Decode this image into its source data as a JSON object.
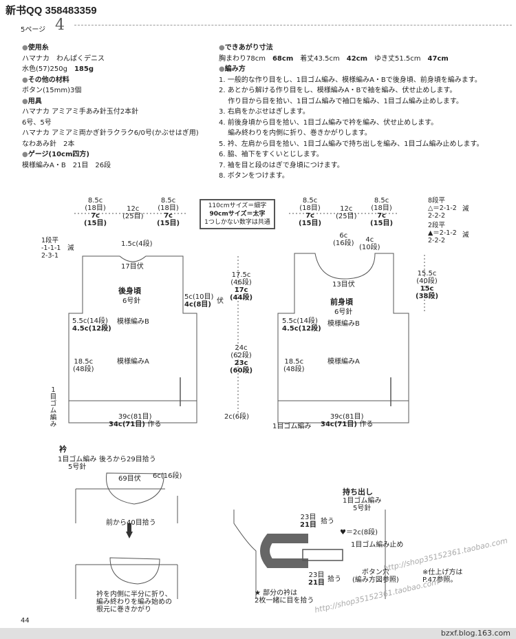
{
  "header": {
    "title": "新书QQ 358483359",
    "page_ref": "5ページ",
    "page_num": "4"
  },
  "left": {
    "yarn_h": "使用糸",
    "yarn_1": "ハマナカ　わんぱくデニス",
    "yarn_2a": "水色(57)250g",
    "yarn_2b": "185g",
    "other_h": "その他の材料",
    "other_1": "ボタン(15mm)3個",
    "tools_h": "用具",
    "tools_1": "ハマナカ アミアミ手あみ針玉付2本針",
    "tools_2": "6号、5号",
    "tools_3": "ハマナカ アミアミ両かぎ針ラクラク6/0号(かぶせはぎ用)",
    "tools_4": "なわあみ針　2本",
    "gauge_h": "ゲージ(10cm四方)",
    "gauge_1": "模様編みA・B　21目　26段"
  },
  "right": {
    "size_h": "できあがり寸法",
    "size_1a": "胸まわり78cm",
    "size_1b": "68cm",
    "size_1c": "着丈43.5cm",
    "size_1d": "42cm",
    "size_1e": "ゆき丈51.5cm",
    "size_1f": "47cm",
    "method_h": "編み方",
    "steps": [
      "1. 一般的な作り目をし、1目ゴム編み、模様編みA・Bで後身頃、前身頃を編みます。",
      "2. あとから解ける作り目をし、模様編みA・Bで袖を編み、伏せ止めします。",
      "　 作り目から目を拾い、1目ゴム編みで袖口を編み、1目ゴム編み止めします。",
      "3. 右肩をかぶせはぎします。",
      "4. 前後身頃から目を拾い、1目ゴム編みで衿を編み、伏せ止めします。",
      "　 編み終わりを内側に折り、巻きかがりします。",
      "5. 衿、左肩から目を拾い、1目ゴム編みで持ち出しを編み、1目ゴム編み止めします。",
      "6. 脇、袖下をすくいとじします。",
      "7. 袖を目と段のはぎで身頃につけます。",
      "8. ボタンをつけます。"
    ]
  },
  "legend": {
    "l1": "110cmサイズ＝細字",
    "l2": "90cmサイズ＝太字",
    "l3": "1つしかない数字は共通"
  },
  "back": {
    "top_l1": "8.5c",
    "top_l2": "(18目)",
    "top_l3": "7c",
    "top_l4": "(15目)",
    "top_m1": "12c",
    "top_m2": "(25目)",
    "top_r1": "8.5c",
    "top_r2": "(18目)",
    "top_r3": "7c",
    "top_r4": "(15目)",
    "dec1": "1段平",
    "dec2": "-1-1-1",
    "dec3": "2-3-1",
    "dec4": "減",
    "neck1": "1.5c(4段)",
    "neck2": "17目伏",
    "title": "後身頃",
    "needle": "6号針",
    "arm_r1": "5c(10目)",
    "arm_r2": "4c(8目)",
    "arm_r3": "伏",
    "patB": "模様編みB",
    "patA": "模様編みA",
    "arm_l1": "5.5c(14段)",
    "arm_l2": "4.5c(12段)",
    "side1": "18.5c",
    "side2": "(48段)",
    "rib": "1目ゴム編み",
    "bot1": "39c(81目)",
    "bot2": "34c(71目)",
    "bot3": "作る"
  },
  "mid": {
    "a1": "17.5c",
    "a2": "(46段)",
    "a3": "17c",
    "a4": "(44段)",
    "b1": "24c",
    "b2": "(62段)",
    "b3": "23c",
    "b4": "(60段)",
    "c1": "2c(6段)"
  },
  "front": {
    "top_l1": "8.5c",
    "top_l2": "(18目)",
    "top_l3": "7c",
    "top_l4": "(15目)",
    "top_m1": "12c",
    "top_m2": "(25目)",
    "top_r1": "8.5c",
    "top_r2": "(18目)",
    "top_r3": "7c",
    "top_r4": "(15目)",
    "dec_a1": "8段平",
    "dec_a2": "△＝2-1-2",
    "dec_a3": "2-2-2",
    "dec_a4": "減",
    "dec_b1": "2段平",
    "dec_b2": "▲＝2-1-2",
    "dec_b3": "2-2-2",
    "dec_b4": "減",
    "neck_l1": "6c",
    "neck_l2": "(16段)",
    "neck_r1": "4c",
    "neck_r2": "(10段)",
    "neck_c": "13目伏",
    "right1": "15.5c",
    "right2": "(40段)",
    "right3": "15c",
    "right4": "(38段)",
    "title": "前身頃",
    "needle": "6号針",
    "patB": "模様編みB",
    "patA": "模様編みA",
    "arm_l1": "5.5c(14段)",
    "arm_l2": "4.5c(12段)",
    "side1": "18.5c",
    "side2": "(48段)",
    "rib": "1目ゴム編み",
    "bot1": "39c(81目)",
    "bot2": "34c(71目)",
    "bot3": "作る"
  },
  "collar": {
    "title": "衿",
    "t2": "1目ゴム編み",
    "t3": "5号針",
    "a1": "後ろから29目拾う",
    "a2": "69目伏",
    "a3": "6c(16段)",
    "a4": "前から40目拾う",
    "n1": "衿を内側に半分に折り、",
    "n2": "編み終わりを編み始めの",
    "n3": "根元に巻きかがり"
  },
  "placket": {
    "title": "持ち出し",
    "t2": "1目ゴム編み",
    "t3": "5号針",
    "p1": "23目",
    "p2": "21目",
    "p3": "拾う",
    "p4": "♥＝2c(8段)",
    "p5": "1目ゴム編み止め",
    "p6": "23目",
    "p7": "21目",
    "p8": "拾う",
    "p9": "ボタン穴",
    "p10": "(編み方図参照)",
    "p11": "※仕上げ方は",
    "p12": "P.47参照。",
    "p13": "★ 部分の衿は",
    "p14": "2枚一緒に目を拾う"
  },
  "footer": {
    "page": "44",
    "credit": "bzxf.blog.163.com",
    "wm1": "http://shop35152361.taobao.com",
    "wm2": "http://shop35152361.taobao.com"
  }
}
